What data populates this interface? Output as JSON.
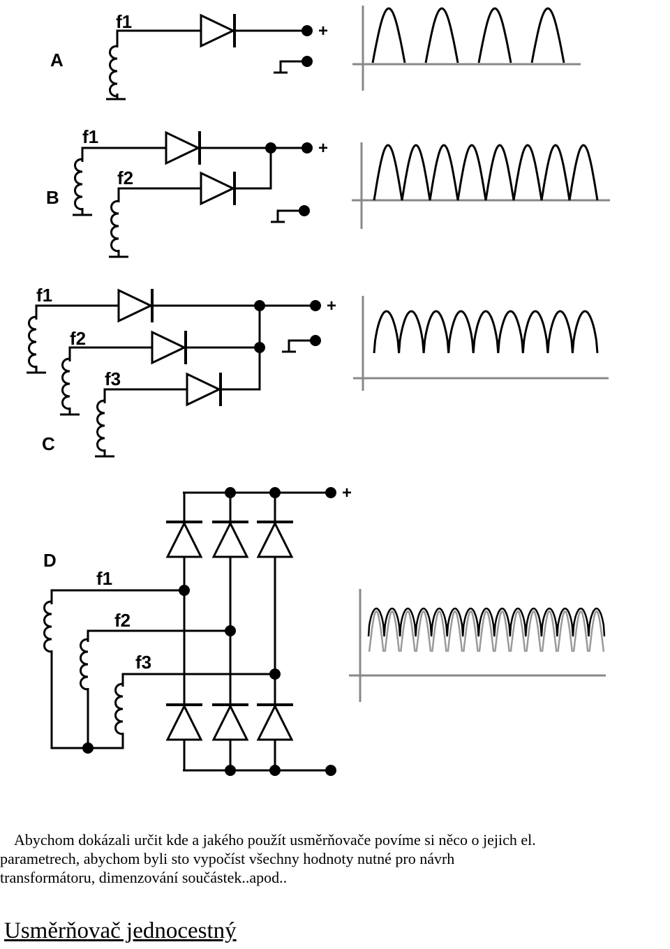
{
  "circuits": {
    "A": {
      "label": "A",
      "phases": [
        "f1"
      ],
      "plus": "+"
    },
    "B": {
      "label": "B",
      "phases": [
        "f1",
        "f2"
      ],
      "plus": "+"
    },
    "C": {
      "label": "C",
      "phases": [
        "f1",
        "f2",
        "f3"
      ],
      "plus": "+"
    },
    "D": {
      "label": "D",
      "phases": [
        "f1",
        "f2",
        "f3"
      ],
      "plus": "+"
    }
  },
  "text": {
    "paragraph_line1": "Abychom dokázali určit kde a jakého použít usměrňovače povíme si něco o jejich el.",
    "paragraph_line2": "parametrech, abychom byli sto vypočíst všechny hodnoty nutné pro návrh",
    "paragraph_line3": "transformátoru, dimenzování součástek..apod..",
    "heading": "Usměrňovač jednocestný"
  }
}
